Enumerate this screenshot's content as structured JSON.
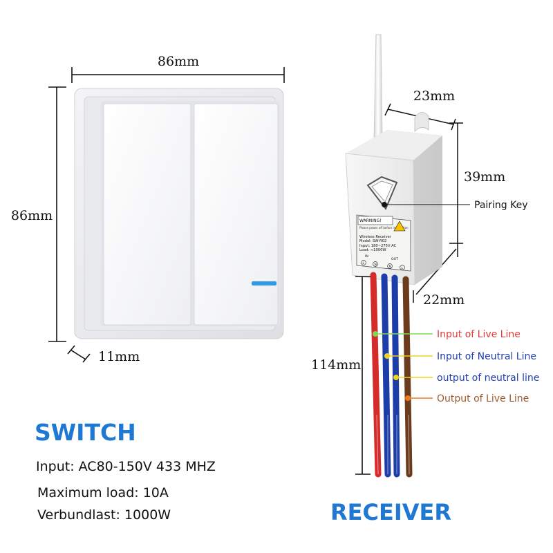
{
  "switch": {
    "width_label": "86mm",
    "height_label": "86mm",
    "depth_label": "11mm",
    "title": "SWITCH",
    "specs": [
      "Input: AC80-150V 433 MHZ",
      "Maximum load: 10A",
      "Verbundlast: 1000W"
    ]
  },
  "receiver": {
    "width_label": "23mm",
    "height_label": "39mm",
    "depth_label": "22mm",
    "wire_length_label": "114mm",
    "pairing_label": "Pairing Key",
    "title": "RECEIVER",
    "sticker": {
      "warning": "WARNING!",
      "warning_note": "Please power off before installation",
      "name": "Wireless Receiver",
      "model": "Model: SW-R02",
      "input": "Input: 180~275V AC",
      "load": "Load: ≈1000W",
      "in_label": "IN",
      "out_label": "OUT",
      "terminals": [
        "L",
        "N",
        "N",
        "L"
      ]
    },
    "wires": [
      {
        "label": "Input of Live Line",
        "color": "#e53935",
        "dot": "#7ed957"
      },
      {
        "label": "Input of Neutral Line",
        "color": "#1f3fae",
        "dot": "#f2d21b"
      },
      {
        "label": "output of neutral line",
        "color": "#1f3fae",
        "dot": "#f2d21b"
      },
      {
        "label": "Output of Live Line",
        "color": "#9c5b2e",
        "dot": "#f07a1a"
      }
    ]
  },
  "colors": {
    "title_blue": "#1f78d1",
    "wire_red": "#d62b2b",
    "wire_blue": "#1d3ea8",
    "wire_brown": "#6b3b1e"
  }
}
